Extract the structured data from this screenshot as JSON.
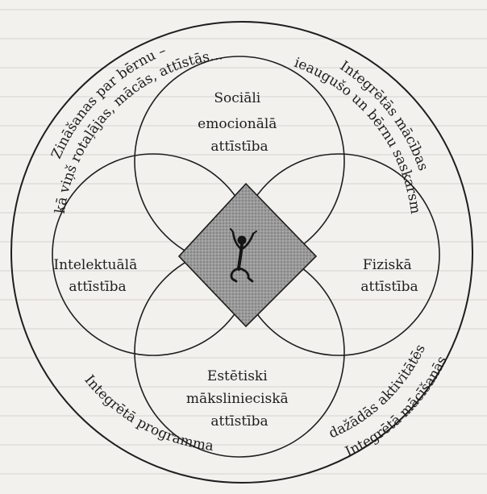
{
  "diagram": {
    "center_icon": "dancing-child-icon",
    "circles": {
      "top": {
        "line1": "Sociāli",
        "line2": "emocionālā",
        "line3": "attīstība"
      },
      "left": {
        "line1": "Intelektuālā",
        "line2": "attīstība"
      },
      "right": {
        "line1": "Fiziskā",
        "line2": "attīstība"
      },
      "bottom": {
        "line1": "Estētiski",
        "line2": "mākslinieciskā",
        "line3": "attīstība"
      }
    },
    "outer_ring": {
      "top_left_line1": "Zināšanas par bērnu –",
      "top_left_line2": "kā viņš rotaļājas, mācās, attīstās...",
      "top_right_line1": "Integrētās mācības",
      "top_right_line2": "pieaugušo un bērnu saskarsmē",
      "bottom_left": "Integrētā programma",
      "bottom_right_line1": "Integrētā mācīšanās",
      "bottom_right_line2": "dažādās aktivitātēs"
    }
  }
}
